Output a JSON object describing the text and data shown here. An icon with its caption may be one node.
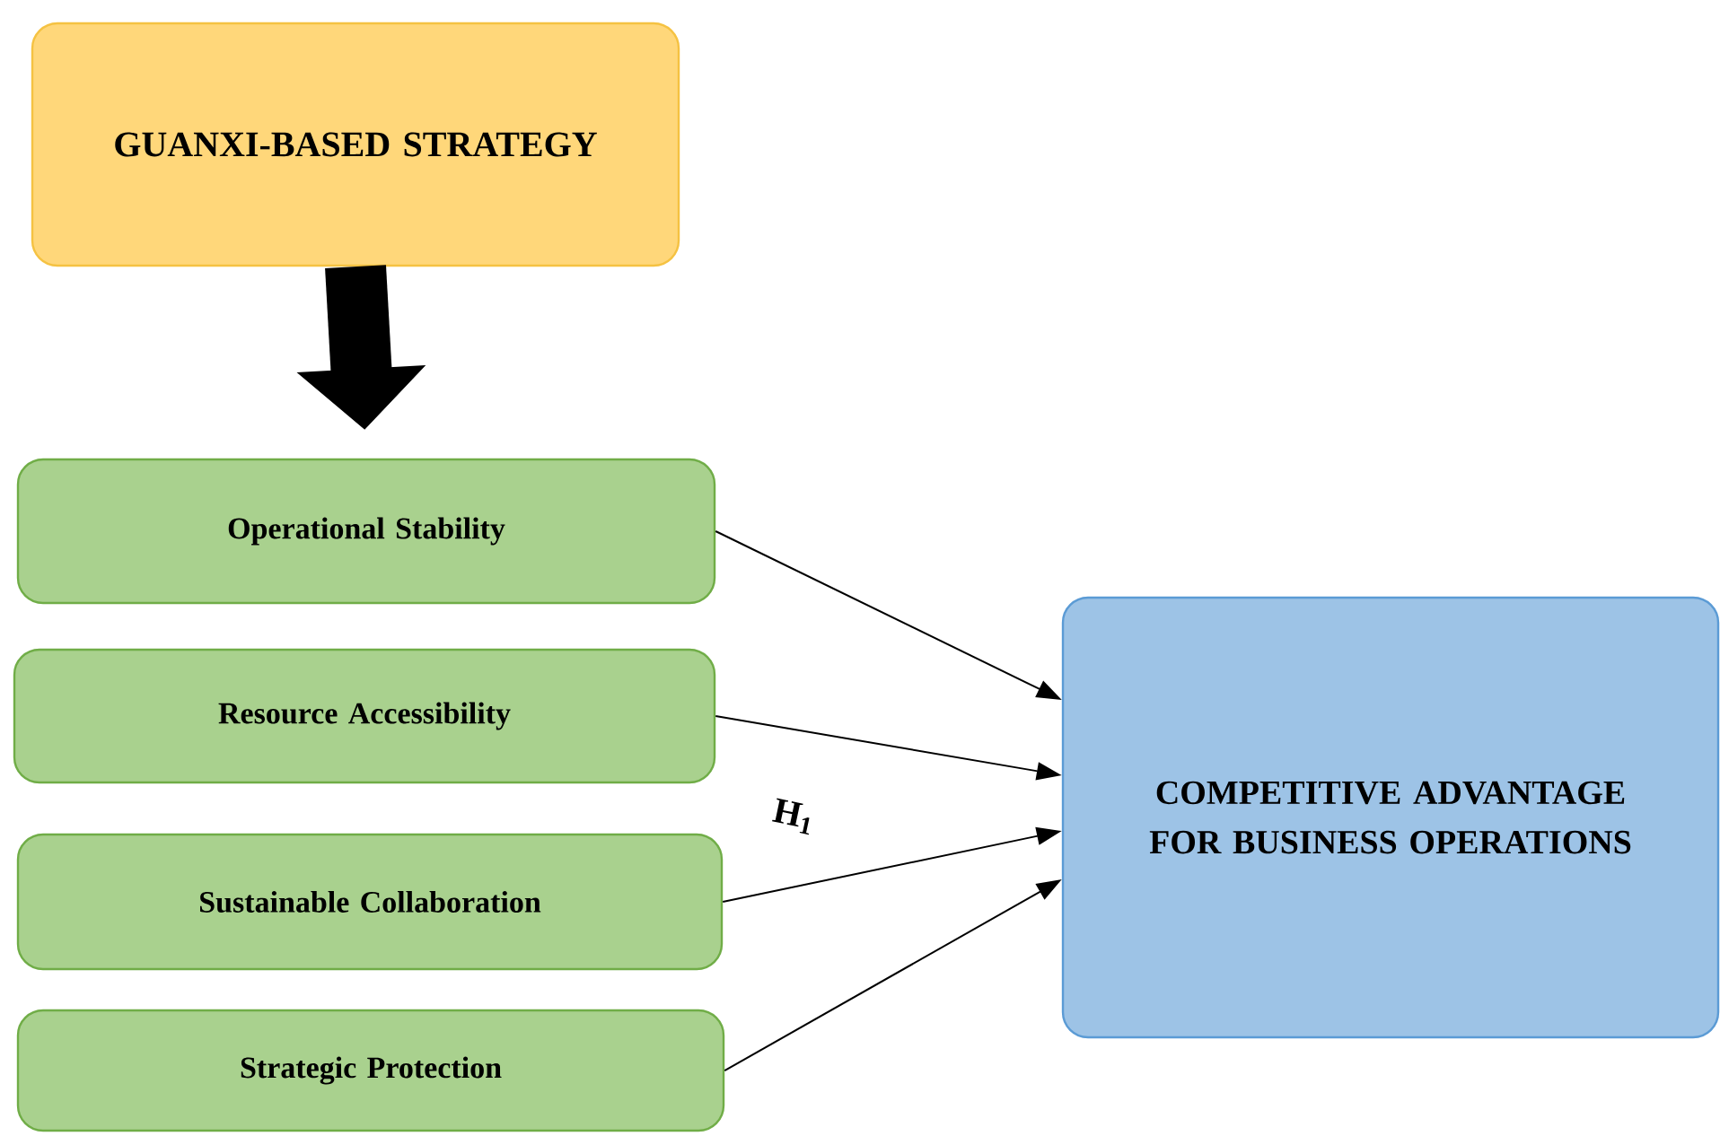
{
  "diagram": {
    "nodes": [
      {
        "text": [
          "GUANXI-BASED STRATEGY"
        ]
      },
      {
        "text": [
          "Operational Stability"
        ]
      },
      {
        "text": [
          "Resource Accessibility"
        ]
      },
      {
        "text": [
          "Sustainable Collaboration"
        ]
      },
      {
        "text": [
          "Strategic Protection"
        ]
      },
      {
        "text": [
          "COMPETITIVE ADVANTAGE FOR BUSINESS OPERATIONS"
        ]
      }
    ],
    "edges": [
      {
        "from": 0,
        "to": 1,
        "arrow": "to",
        "style": "thick"
      },
      {
        "from": 1,
        "to": 5,
        "arrow": "to"
      },
      {
        "from": 2,
        "to": 5,
        "arrow": "to"
      },
      {
        "from": 3,
        "to": 5,
        "arrow": "to"
      },
      {
        "from": 4,
        "to": 5,
        "arrow": "to"
      }
    ],
    "labels": [
      "H$_{1}$"
    ]
  }
}
